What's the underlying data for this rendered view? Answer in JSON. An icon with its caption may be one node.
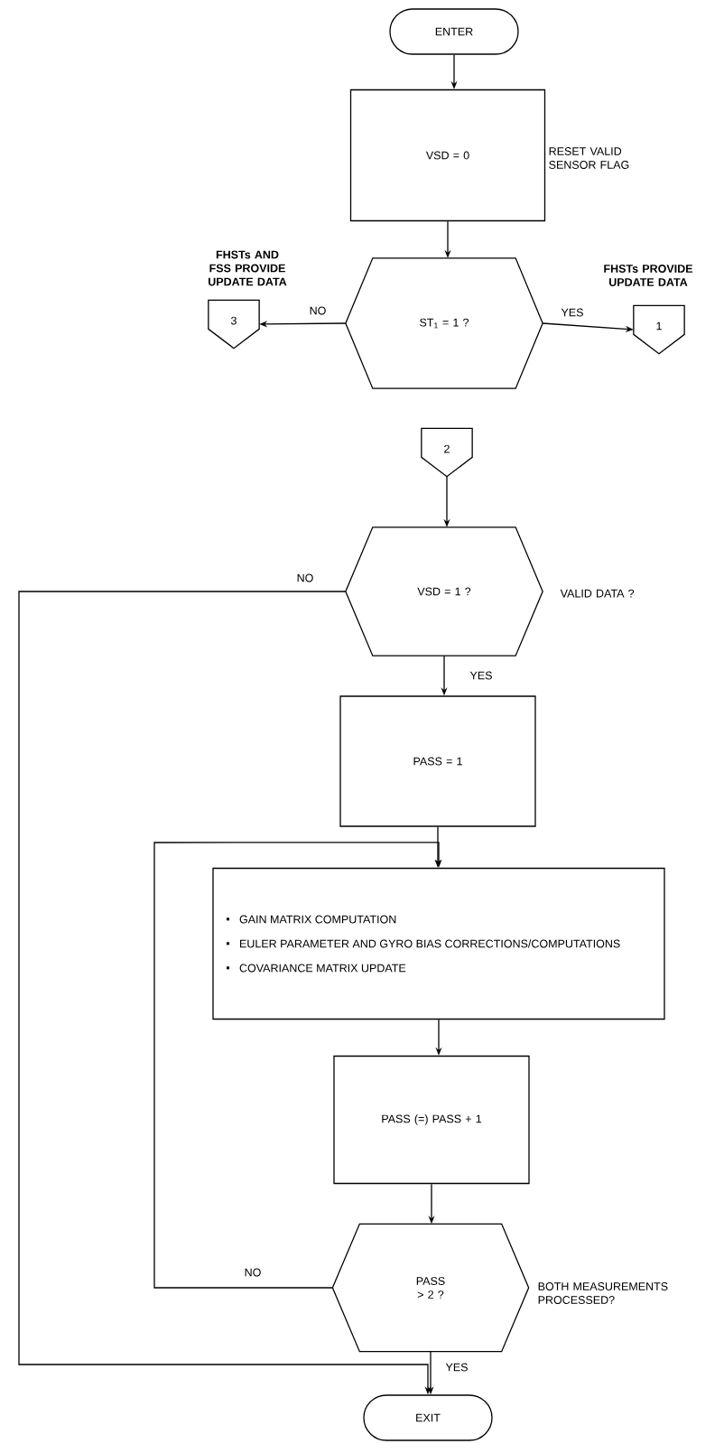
{
  "diagram": {
    "nodes": [
      {
        "text": [
          "ENTER"
        ]
      },
      {
        "text": [
          "VSD = 0"
        ],
        "beside": [
          "RESET VALID SENSOR FLAG"
        ]
      },
      {
        "text": [
          "ST$_{1}$ = 1 ?"
        ]
      },
      {
        "text": [
          "3"
        ],
        "beside": [
          "FHSTs AND FSS PROVIDE UPDATE DATA"
        ]
      },
      {
        "text": [
          "1"
        ],
        "beside": [
          "FHSTs PROVIDE UPDATE DATA"
        ]
      },
      {
        "text": [
          "2"
        ]
      },
      {
        "text": [
          "VSD = 1 ?"
        ],
        "beside": [
          "VALID DATA ?"
        ]
      },
      {
        "text": [
          "PASS = 1"
        ]
      },
      {
        "text": [
          "GAIN MATRIX COMPUTATION",
          "EULER PARAMETER AND GYRO BIAS CORRECTIONS/COMPUTATIONS",
          "COVARIANCE MATRIX UPDATE"
        ]
      },
      {
        "text": [
          "PASS (=) PASS + 1"
        ]
      },
      {
        "text": [
          "PASS > 2 ?"
        ],
        "beside": [
          "BOTH MEASUREMENTS PROCESSED?"
        ]
      },
      {
        "text": [
          "EXIT"
        ]
      }
    ],
    "edges": [
      {
        "from": 0,
        "to": 1,
        "arrow": "to"
      },
      {
        "from": 1,
        "to": 2,
        "arrow": "to"
      },
      {
        "from": 2,
        "to": 3,
        "arrow": "to",
        "label": "NO"
      },
      {
        "from": 2,
        "to": 4,
        "arrow": "to",
        "label": "YES"
      },
      {
        "from": 5,
        "to": 6,
        "arrow": "to"
      },
      {
        "from": 6,
        "to": 7,
        "arrow": "to",
        "label": "YES"
      },
      {
        "from": 6,
        "to": 11,
        "arrow": "to",
        "label": "NO"
      },
      {
        "from": 7,
        "to": 8,
        "arrow": "to"
      },
      {
        "from": 8,
        "to": 9,
        "arrow": "to"
      },
      {
        "from": 9,
        "to": 10,
        "arrow": "to"
      },
      {
        "from": 10,
        "to": 8,
        "arrow": "to",
        "label": "NO"
      },
      {
        "from": 10,
        "to": 11,
        "arrow": "to",
        "label": "YES"
      }
    ]
  }
}
